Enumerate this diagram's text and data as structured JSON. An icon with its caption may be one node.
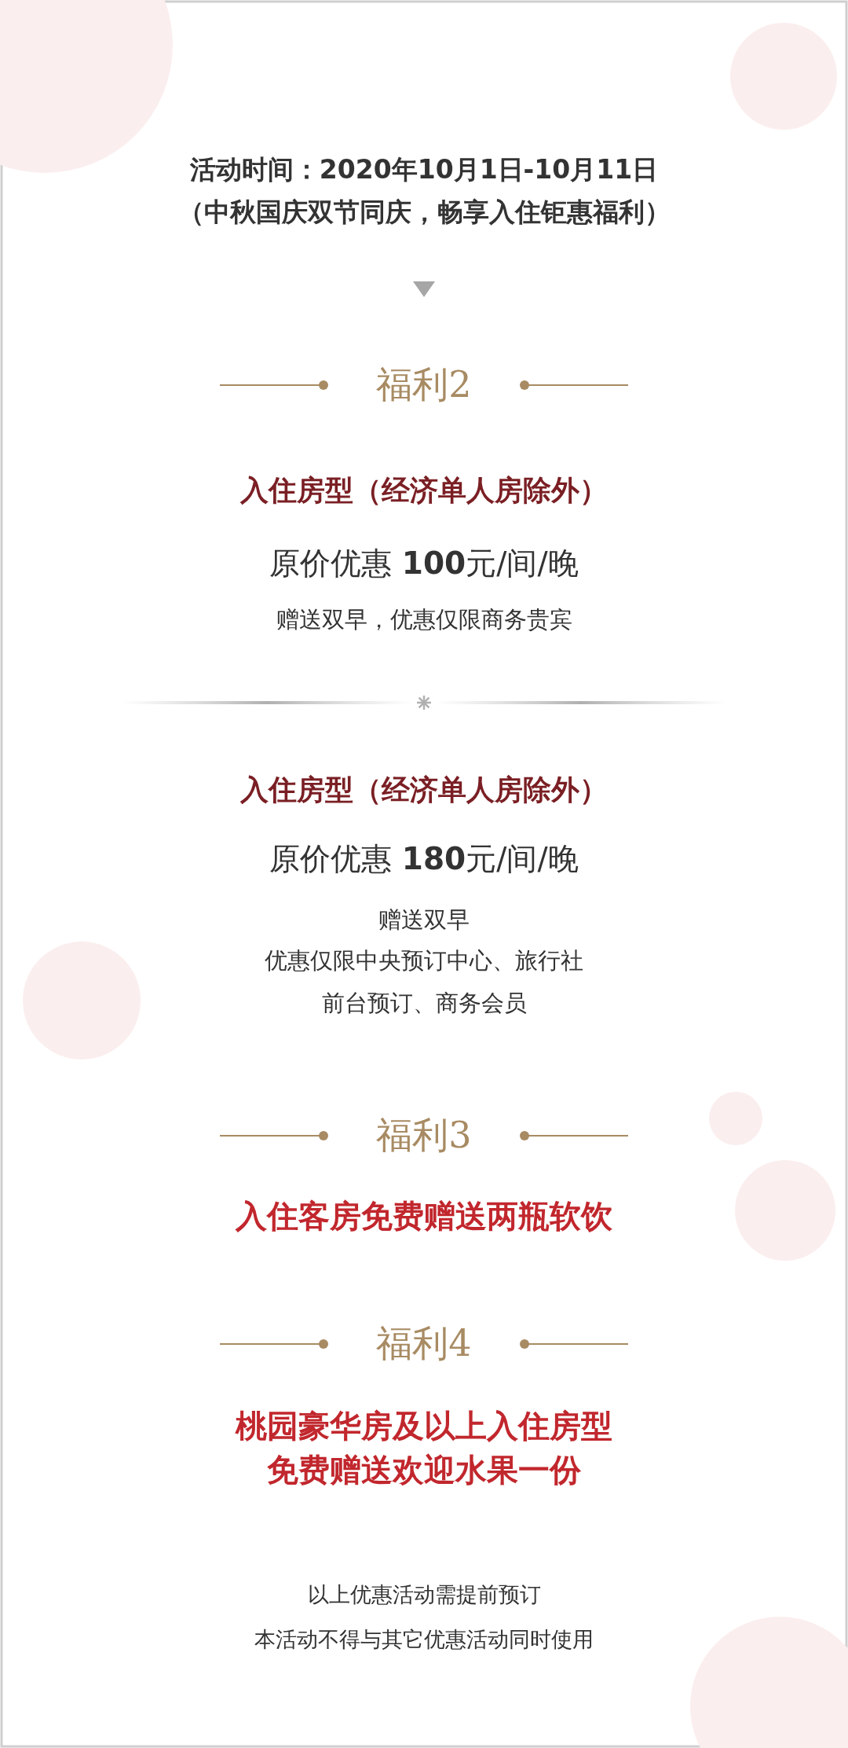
{
  "diagram": {
    "labels": [
      "活动时间：2020年10月1日-10月11日",
      "（中秋国庆双节同庆，畅享入住钜惠福利）",
      "福利2",
      "入住房型（经济单人房除外）",
      "原价优惠 **100**元/间/晚",
      "赠送双早，优惠仅限商务贵宾",
      "入住房型（经济单人房除外）",
      "原价优惠 **180**元/间/晚",
      "赠送双早",
      "优惠仅限中央预订中心、旅行社",
      "前台预订、商务会员",
      "福利3",
      "入住客房免费赠送两瓶软饮",
      "福利4",
      "桃园豪华房及以上入住房型",
      "免费赠送欢迎水果一份",
      "以上优惠活动需提前预订",
      "本活动不得与其它优惠活动同时使用"
    ]
  }
}
